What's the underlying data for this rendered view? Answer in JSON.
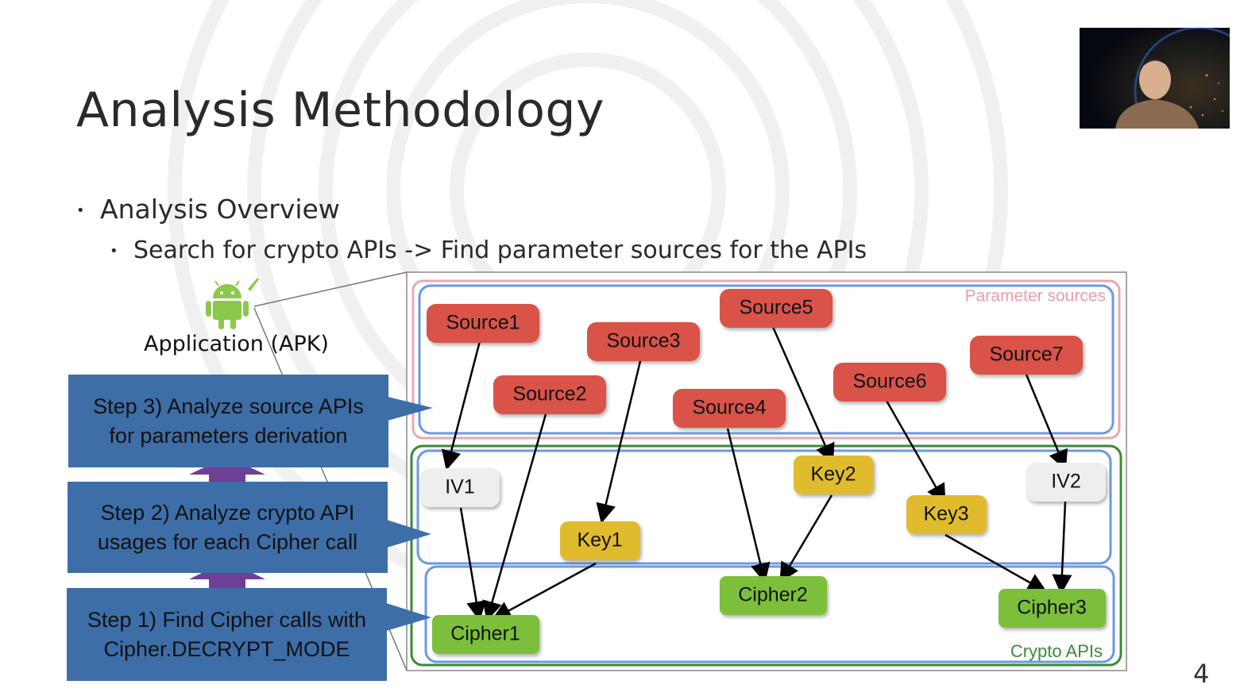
{
  "slide": {
    "title": "Analysis Methodology",
    "bullet_1": "Analysis Overview",
    "bullet_2": "Search for crypto APIs -> Find parameter sources for the APIs",
    "page_number": "4"
  },
  "app_label": "Application (APK)",
  "steps": [
    {
      "line1": "Step 3) Analyze source APIs",
      "line2": "for parameters derivation"
    },
    {
      "line1": "Step 2) Analyze crypto API",
      "line2": "usages for each Cipher call"
    },
    {
      "line1": "Step 1) Find Cipher calls with",
      "line2": "Cipher.DECRYPT_MODE"
    }
  ],
  "groups": {
    "parameter_sources": "Parameter sources",
    "crypto_apis": "Crypto APIs"
  },
  "nodes": {
    "source1": "Source1",
    "source2": "Source2",
    "source3": "Source3",
    "source4": "Source4",
    "source5": "Source5",
    "source6": "Source6",
    "source7": "Source7",
    "iv1": "IV1",
    "iv2": "IV2",
    "key1": "Key1",
    "key2": "Key2",
    "key3": "Key3",
    "cipher1": "Cipher1",
    "cipher2": "Cipher2",
    "cipher3": "Cipher3"
  },
  "colors": {
    "source": "#d9534a",
    "key": "#e0bb2e",
    "cipher": "#7cbf3a",
    "iv": "#eeeeee",
    "step": "#3d6ea8",
    "step_arrow": "#6e3f96",
    "sources_frame": "#e8a8b0",
    "crypto_frame": "#3a8a3a",
    "inner_frame": "#6a9ae0"
  }
}
